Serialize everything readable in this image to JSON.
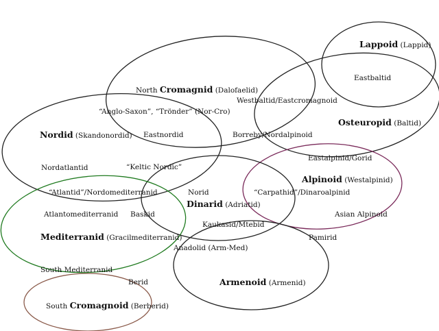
{
  "ellipse_colors": {
    "default": "#222222",
    "alpinoid": "#7a2a5a",
    "mediterranid": "#1f7a1f",
    "south_cromagnoid": "#8a5a4a"
  },
  "labels": {
    "lappoid": {
      "bold": "Lappoid",
      "rest": " (Lappid)"
    },
    "eastbaltid": {
      "text": "Eastbaltid"
    },
    "north_cromagnid": {
      "pre": "North ",
      "bold": "Cromagnid",
      "rest": " (Dalofaelid)"
    },
    "westbaltid": {
      "text": "Westbaltid/Eastcromagnoid"
    },
    "osteuropid": {
      "bold": "Osteuropid",
      "rest": " (Baltid)"
    },
    "anglo_saxon": {
      "text": "“Anglo-Saxon”, “Trönder” (Nor-Cro)"
    },
    "nordid": {
      "bold": "Nordid",
      "rest": " (Skandonordid)"
    },
    "eastnordid": {
      "text": "Eastnordid"
    },
    "borreby": {
      "text": "Borreby/Nordalpinoid"
    },
    "eastalpinid": {
      "text": "Eastalpinid/Gorid"
    },
    "nordatlantid": {
      "text": "Nordatlantid"
    },
    "keltic_nordic": {
      "text": "“Keltic Nordic”"
    },
    "alpinoid": {
      "bold": "Alpinoid",
      "rest": " (Westalpinid)"
    },
    "atlantid": {
      "text": "“Atlantid”/Nordomediterranid"
    },
    "norid": {
      "text": "Norid"
    },
    "carpathid": {
      "text": "“Carpathid”/Dinaroalpinid"
    },
    "dinarid": {
      "bold": "Dinarid",
      "rest": " (Adriatid)"
    },
    "atlantomed": {
      "text": "Atlantomediterranid"
    },
    "baskid": {
      "text": "Baskid"
    },
    "asian_alpinoid": {
      "text": "Asian Alpinoid"
    },
    "kaukasid": {
      "text": "Kaukasid/Mtebid"
    },
    "mediterranid": {
      "bold": "Mediterranid",
      "rest": " (Gracilmediterranid)"
    },
    "pamirid": {
      "text": "Pamirid"
    },
    "anadolid": {
      "text": "Anadolid (Arm-Med)"
    },
    "south_med": {
      "text": "South Mediterranid"
    },
    "berid": {
      "text": "Berid"
    },
    "armenoid": {
      "bold": "Armenoid",
      "rest": " (Armenid)"
    },
    "south_cromagnoid": {
      "pre": "South ",
      "bold": "Cromagnoid",
      "rest": " (Berberid)"
    }
  }
}
